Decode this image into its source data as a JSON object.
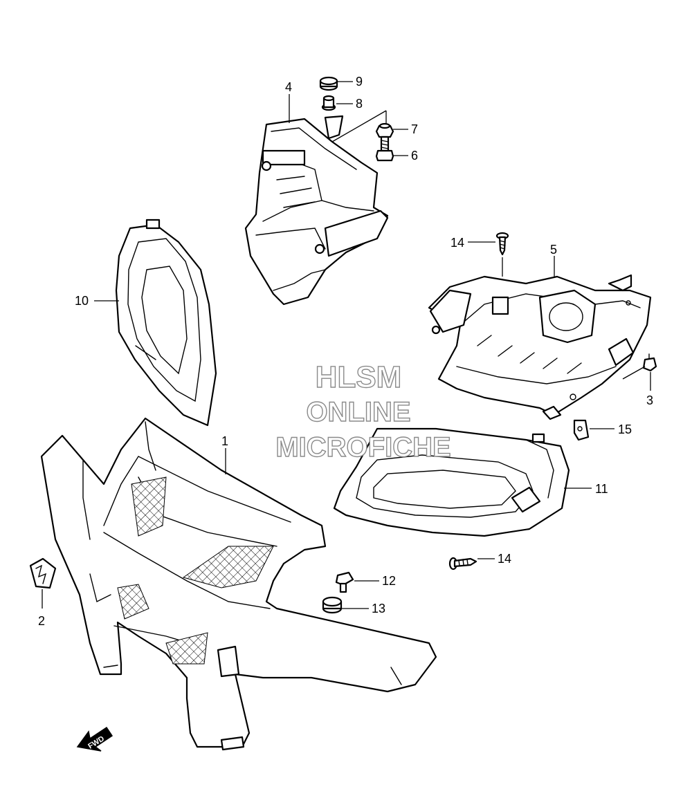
{
  "callouts": [
    {
      "id": "1",
      "label": "1"
    },
    {
      "id": "2",
      "label": "2"
    },
    {
      "id": "3",
      "label": "3"
    },
    {
      "id": "4",
      "label": "4"
    },
    {
      "id": "5",
      "label": "5"
    },
    {
      "id": "6",
      "label": "6"
    },
    {
      "id": "7",
      "label": "7"
    },
    {
      "id": "8",
      "label": "8"
    },
    {
      "id": "9",
      "label": "9"
    },
    {
      "id": "10",
      "label": "10"
    },
    {
      "id": "11",
      "label": "11"
    },
    {
      "id": "12",
      "label": "12"
    },
    {
      "id": "13",
      "label": "13"
    },
    {
      "id": "14a",
      "label": "14"
    },
    {
      "id": "14b",
      "label": "14"
    },
    {
      "id": "15",
      "label": "15"
    }
  ],
  "watermark": {
    "line1": "HLSM",
    "line2": "ONLINE",
    "line3": "MICROFICHE"
  },
  "direction_arrow": {
    "label": "FWD"
  }
}
